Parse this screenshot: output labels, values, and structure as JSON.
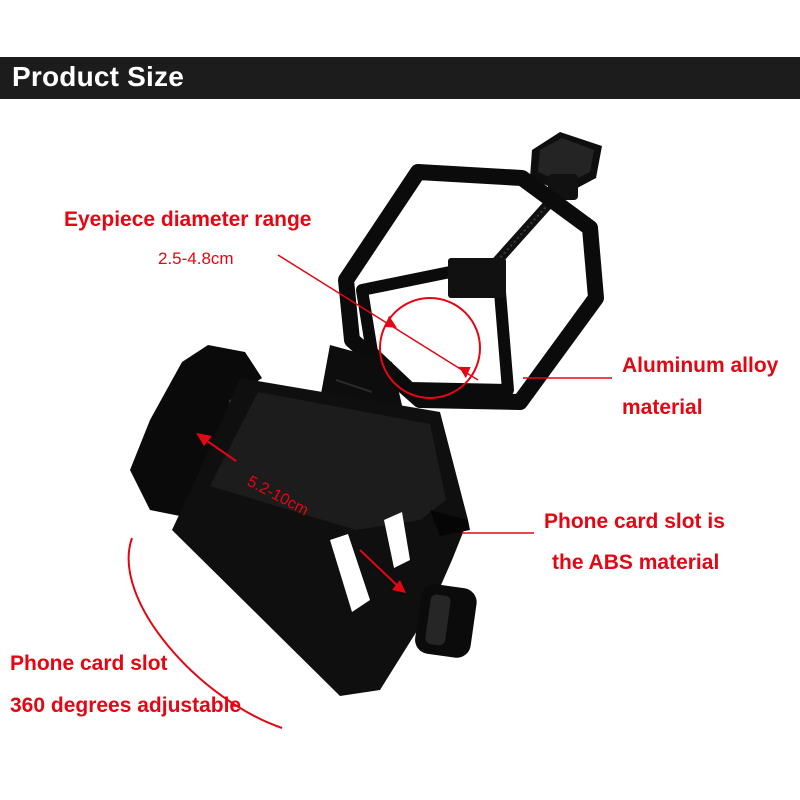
{
  "header": {
    "title": "Product Size"
  },
  "callouts": {
    "eyepiece_title": "Eyepiece diameter range",
    "eyepiece_range": "2.5-4.8cm",
    "clamp_range": "5.2-10cm",
    "aluminum_line1": "Aluminum alloy",
    "aluminum_line2": "material",
    "abs_line1": "Phone card slot is",
    "abs_line2": "the ABS material",
    "rotate_line1": "Phone card slot",
    "rotate_line2": "360 degrees adjustable"
  },
  "colors": {
    "accent": "#e30613",
    "header_bg": "#1c1c1c",
    "product": "#0d0d0d"
  }
}
